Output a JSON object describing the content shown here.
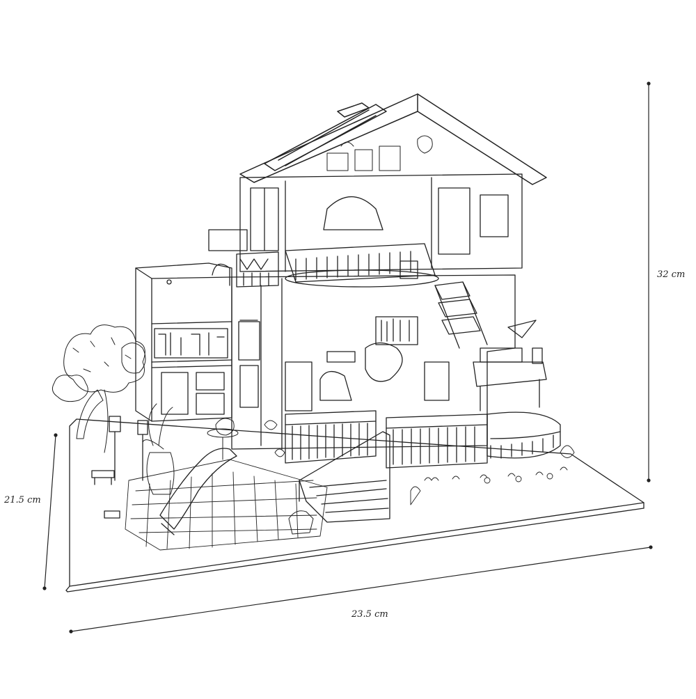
{
  "dimensions": {
    "height": "32 cm",
    "depth": "21.5 cm",
    "width": "23.5 cm"
  },
  "style": {
    "line_color": "#222222",
    "background": "#ffffff"
  }
}
